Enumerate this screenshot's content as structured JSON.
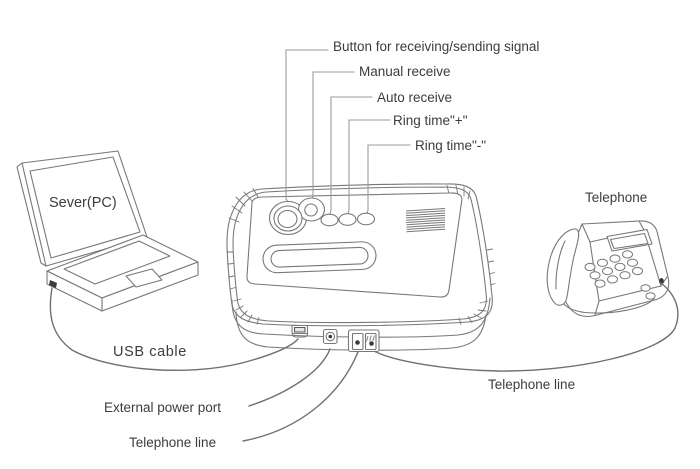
{
  "colors": {
    "artwork_line": "#787878",
    "leader_line": "#9b9b9b",
    "cable_line": "#6f6f6f",
    "label_text": "#3c3c3c",
    "port_dark": "#3a3a3a",
    "background": "#ffffff"
  },
  "callouts": {
    "receive_send_button": "Button for receiving/sending signal",
    "manual_receive": "Manual receive",
    "auto_receive": "Auto receive",
    "ring_time_plus": "Ring time\"+\"",
    "ring_time_minus": "Ring time\"-\"",
    "usb_cable": "USB cable",
    "external_power_port": "External power port",
    "telephone_line_bottom": "Telephone line",
    "telephone_line_right": "Telephone line"
  },
  "devices": {
    "server_pc": "Sever(PC)",
    "telephone": "Telephone"
  }
}
